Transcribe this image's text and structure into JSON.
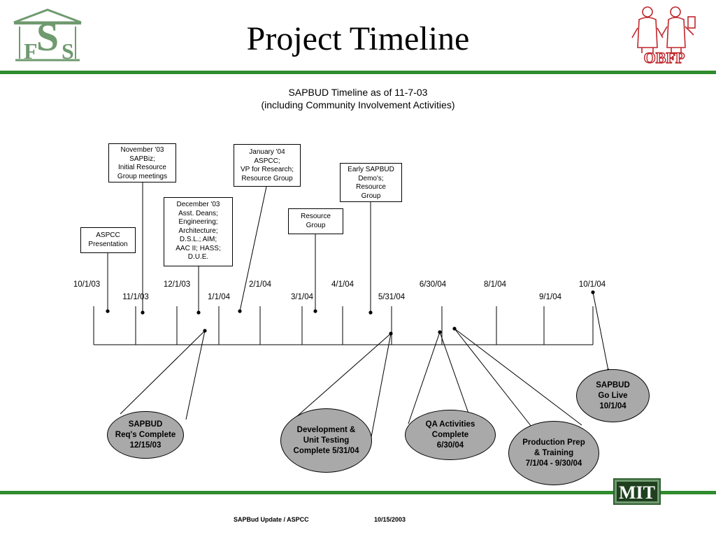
{
  "header": {
    "title": "Project Timeline",
    "logo_left": "FSS",
    "logo_right": "OBFP"
  },
  "subtitle": {
    "line1": "SAPBUD Timeline as of 11-7-03",
    "line2": "(including Community Involvement Activities)"
  },
  "timeline": {
    "top_dates": [
      "10/1/03",
      "12/1/03",
      "2/1/04",
      "4/1/04",
      "6/30/04",
      "8/1/04",
      "10/1/04"
    ],
    "bottom_dates": [
      "11/1/03",
      "1/1/04",
      "3/1/04",
      "5/31/04",
      "9/1/04"
    ]
  },
  "callouts": [
    {
      "lines": [
        "ASPCC",
        "Presentation"
      ]
    },
    {
      "lines": [
        "November '03",
        "SAPBiz;",
        "Initial Resource",
        "Group meetings"
      ]
    },
    {
      "lines": [
        "December '03",
        "Asst. Deans;",
        "Engineering;",
        "Architecture;",
        "D.S.L.; AIM;",
        "AAC II; HASS;",
        "D.U.E."
      ]
    },
    {
      "lines": [
        "January '04",
        "ASPCC;",
        "VP for Research;",
        "Resource Group"
      ]
    },
    {
      "lines": [
        "Resource",
        "Group"
      ]
    },
    {
      "lines": [
        "Early SAPBUD",
        "Demo's;",
        "Resource",
        "Group"
      ]
    }
  ],
  "milestones": [
    {
      "lines": [
        "SAPBUD",
        "Req's Complete",
        "12/15/03"
      ]
    },
    {
      "lines": [
        "Development &",
        "Unit Testing",
        "Complete 5/31/04"
      ]
    },
    {
      "lines": [
        "QA Activities",
        "Complete",
        "6/30/04"
      ]
    },
    {
      "lines": [
        "Production Prep",
        "& Training",
        "7/1/04 - 9/30/04"
      ]
    },
    {
      "lines": [
        "SAPBUD",
        "Go Live",
        "10/1/04"
      ]
    }
  ],
  "footer": {
    "left": "SAPBud Update / ASPCC",
    "right": "10/15/2003",
    "logo": "MIT"
  },
  "colors": {
    "rule_green": "#2e8b2e",
    "milestone_fill": "#a9a9a9",
    "logo_green": "#6f9a6f",
    "logo_red": "#c0262b"
  }
}
